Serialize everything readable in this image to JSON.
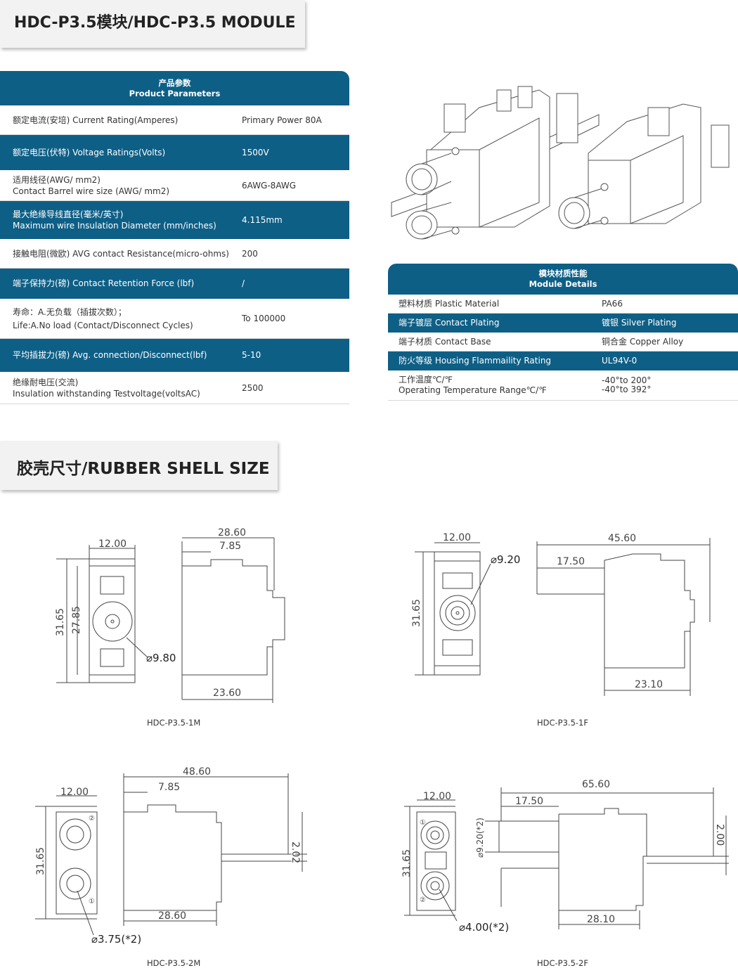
{
  "header": {
    "title": "HDC-P3.5模块/HDC-P3.5 MODULE"
  },
  "params": {
    "head_cn": "产品参数",
    "head_en": "Product Parameters",
    "rows": [
      {
        "label1": "额定电流(安培)  Current Rating(Amperes)",
        "label2": "",
        "value": "Primary Power 80A"
      },
      {
        "label1": "额定电压(伏特) Voltage Ratings(Volts)",
        "label2": "",
        "value": "1500V"
      },
      {
        "label1": "适用线径(AWG/ mm2)",
        "label2": "Contact Barrel wire size (AWG/ mm2)",
        "value": "6AWG-8AWG"
      },
      {
        "label1": "最大绝缘导线直径(毫米/英寸)",
        "label2": "Maximum wire Insulation Diameter (mm/inches)",
        "value": "4.115mm"
      },
      {
        "label1": "接触电阻(微欧)  AVG contact Resistance(micro-ohms)",
        "label2": "",
        "value": "200"
      },
      {
        "label1": "端子保持力(磅) Contact Retention Force (lbf)",
        "label2": "",
        "value": "/"
      },
      {
        "label1": "寿命：A.无负载（插拔次数）；",
        "label2": "Life:A.No load (Contact/Disconnect Cycles)",
        "value": "To 100000"
      },
      {
        "label1": "平均插拔力(磅) Avg. connection/Disconnect(lbf)",
        "label2": "",
        "value": "5-10"
      },
      {
        "label1": "绝缘耐电压(交流)",
        "label2": "Insulation withstanding Testvoltage(voltsAC)",
        "value": "2500"
      }
    ]
  },
  "module": {
    "head_cn": "模块材质性能",
    "head_en": "Module Details",
    "rows": [
      {
        "label1": "塑料材质 Plastic Material",
        "label2": "",
        "value1": "PA66",
        "value2": ""
      },
      {
        "label1": "端子镀层 Contact Plating",
        "label2": "",
        "value1": "镀银 Silver Plating",
        "value2": ""
      },
      {
        "label1": "端子材质 Contact Base",
        "label2": "",
        "value1": "铜合金 Copper Alloy",
        "value2": ""
      },
      {
        "label1": "防火等级 Housing Flammaility Rating",
        "label2": "",
        "value1": "UL94V-0",
        "value2": ""
      },
      {
        "label1": "工作温度℃/℉",
        "label2": "Operating Temperature Range℃/℉",
        "value1": "-40°to 200°",
        "value2": "-40°to 392°"
      }
    ]
  },
  "shell": {
    "title": "胶壳尺寸/RUBBER SHELL SIZE",
    "d1m": {
      "caption": "HDC-P3.5-1M",
      "w12": "12.00",
      "w2860": "28.60",
      "w785": "7.85",
      "h3165": "31.65",
      "h2785": "27.85",
      "dia": "⌀9.80",
      "w2360": "23.60"
    },
    "d1f": {
      "caption": "HDC-P3.5-1F",
      "w12": "12.00",
      "w4560": "45.60",
      "w1750": "17.50",
      "h3165": "31.65",
      "dia": "⌀9.20",
      "w2310": "23.10"
    },
    "d2m": {
      "caption": "HDC-P3.5-2M",
      "w12": "12.00",
      "w4860": "48.60",
      "w785": "7.85",
      "h3165": "31.65",
      "h202": "2.02",
      "w2860": "28.60",
      "dia": "⌀3.75(*2)",
      "n1": "①",
      "n2": "②"
    },
    "d2f": {
      "caption": "HDC-P3.5-2F",
      "w12": "12.00",
      "w6560": "65.60",
      "w1750": "17.50",
      "h3165": "31.65",
      "h200": "2.00",
      "dia920": "⌀9.20(*2)",
      "w2810": "28.10",
      "dia": "⌀4.00(*2)",
      "n1": "①",
      "n2": "②"
    }
  }
}
